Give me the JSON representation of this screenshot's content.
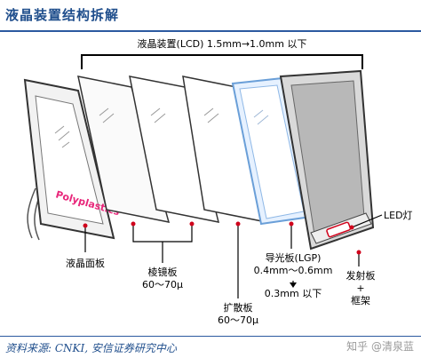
{
  "title": "液晶装置结构拆解",
  "bracket_label": "液晶装置(LCD)    1.5mm→1.0mm  以下",
  "brand_text": "Polyplastics",
  "labels": {
    "lcd_panel": "液晶面板",
    "prism_sheet": "棱镜板",
    "prism_thickness": "60〜70μ",
    "diffuser": "扩散板",
    "diffuser_thickness": "60〜70μ",
    "lgp": "导光板(LGP)",
    "lgp_thickness_from": "0.4mm〜0.6mm",
    "lgp_thickness_to": "0.3mm  以下",
    "led": "LED灯",
    "reflector": "发射板",
    "plus": "+",
    "frame": "框架"
  },
  "source": "资料来源: CNKI, 安信证券研究中心",
  "watermark": "知乎 @清泉蓝",
  "colors": {
    "title": "#1f4e8c",
    "accent_red": "#d0021b",
    "brand_pink": "#e8267a"
  }
}
